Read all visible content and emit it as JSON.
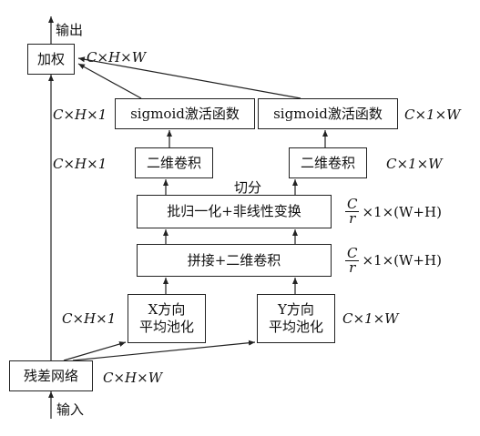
{
  "boxes": {
    "weighting": "加权",
    "sigmoid_left": "sigmoid激活函数",
    "sigmoid_right": "sigmoid激活函数",
    "conv_left": "二维卷积",
    "conv_right": "二维卷积",
    "bn_nonlinear": "批归一化+非线性变换",
    "concat_conv": "拼接+二维卷积",
    "x_pool_line1": "X方向",
    "x_pool_line2": "平均池化",
    "y_pool_line1": "Y方向",
    "y_pool_line2": "平均池化",
    "residual": "残差网络"
  },
  "flow_labels": {
    "output": "输出",
    "input": "输入",
    "split": "切分"
  },
  "dims": {
    "weighting": "C×H×W",
    "sigmoid_left": "C×H×1",
    "sigmoid_right": "C×1×W",
    "conv_left": "C×H×1",
    "conv_right": "C×1×W",
    "bn_nonlinear_num": "C",
    "bn_nonlinear_den": "r",
    "bn_nonlinear_rest": "×1×(W+H)",
    "concat_conv_num": "C",
    "concat_conv_den": "r",
    "concat_conv_rest": "×1×(W+H)",
    "x_pool": "C×H×1",
    "y_pool": "C×1×W",
    "residual": "C×H×W"
  }
}
